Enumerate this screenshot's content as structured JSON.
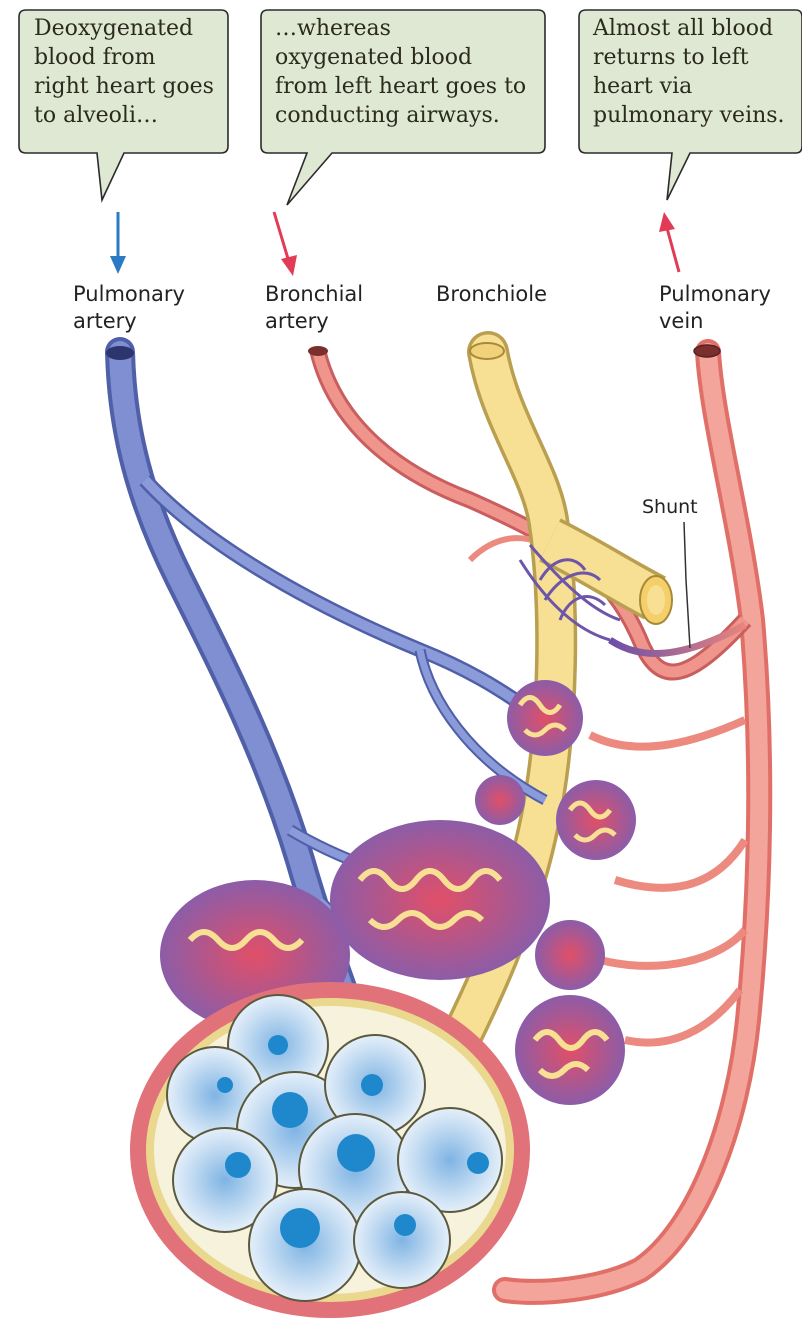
{
  "callouts": [
    {
      "text": "Deoxygenated\nblood from\nright heart goes\nto alveoli…"
    },
    {
      "text": "…whereas\noxygenated blood\nfrom left heart goes to\nconducting airways."
    },
    {
      "text": "Almost all blood\nreturns to left\nheart via\npulmonary veins."
    }
  ],
  "labels": {
    "pulmonary_artery": "Pulmonary\nartery",
    "bronchial_artery": "Bronchial\nartery",
    "bronchiole": "Bronchiole",
    "pulmonary_vein": "Pulmonary\nvein",
    "shunt": "Shunt"
  },
  "colors": {
    "callout_fill": "#dfe8d2",
    "deoxygenated": "#6f7fc6",
    "oxygenated": "#ec8a80",
    "airway": "#f7df93",
    "alveolus": "#b9d7ef",
    "nucleus": "#1f88cc",
    "arrow_blue": "#2a7bc4",
    "arrow_red": "#e23b56"
  }
}
